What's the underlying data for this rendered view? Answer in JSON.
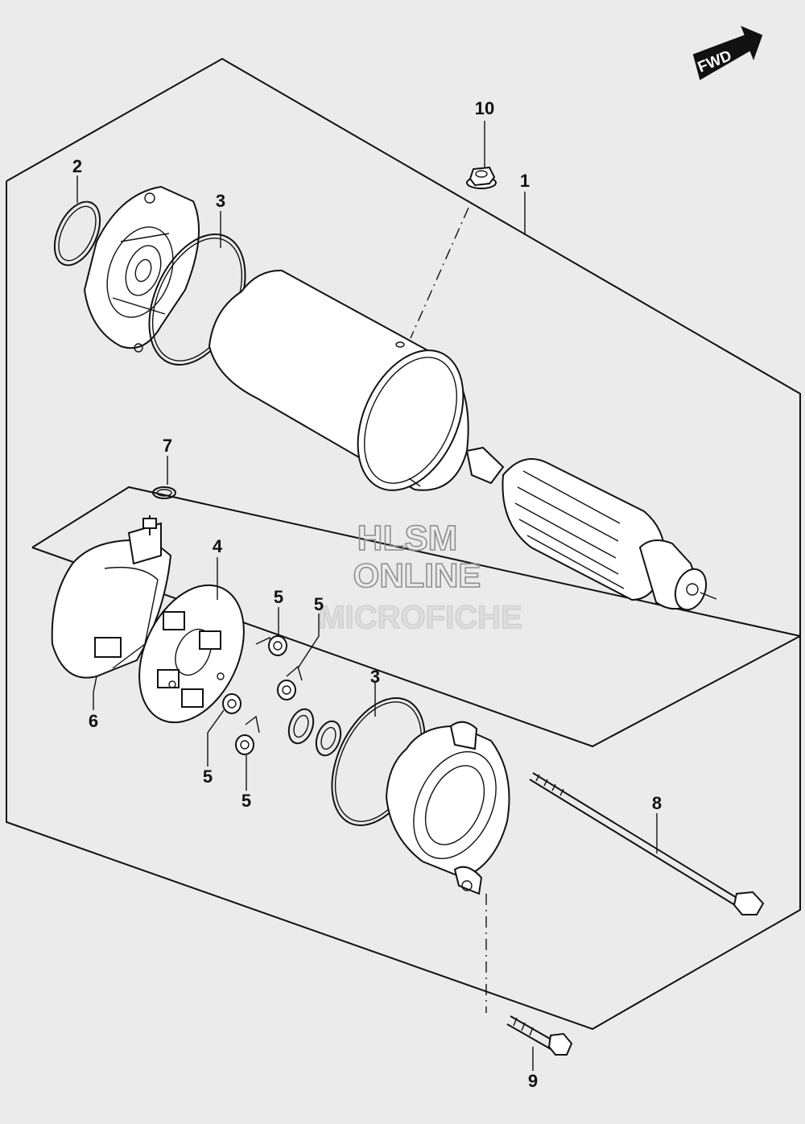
{
  "direction_label": "FWD",
  "watermark": {
    "line1": "HLSM",
    "line2": "ONLINE",
    "line3": "MICROFICHE"
  },
  "callouts": [
    {
      "id": "10",
      "label": "10"
    },
    {
      "id": "1",
      "label": "1"
    },
    {
      "id": "2",
      "label": "2"
    },
    {
      "id": "3a",
      "label": "3"
    },
    {
      "id": "7",
      "label": "7"
    },
    {
      "id": "4",
      "label": "4"
    },
    {
      "id": "5a",
      "label": "5"
    },
    {
      "id": "5b",
      "label": "5"
    },
    {
      "id": "6",
      "label": "6"
    },
    {
      "id": "3b",
      "label": "3"
    },
    {
      "id": "5c",
      "label": "5"
    },
    {
      "id": "5d",
      "label": "5"
    },
    {
      "id": "8",
      "label": "8"
    },
    {
      "id": "9",
      "label": "9"
    }
  ]
}
